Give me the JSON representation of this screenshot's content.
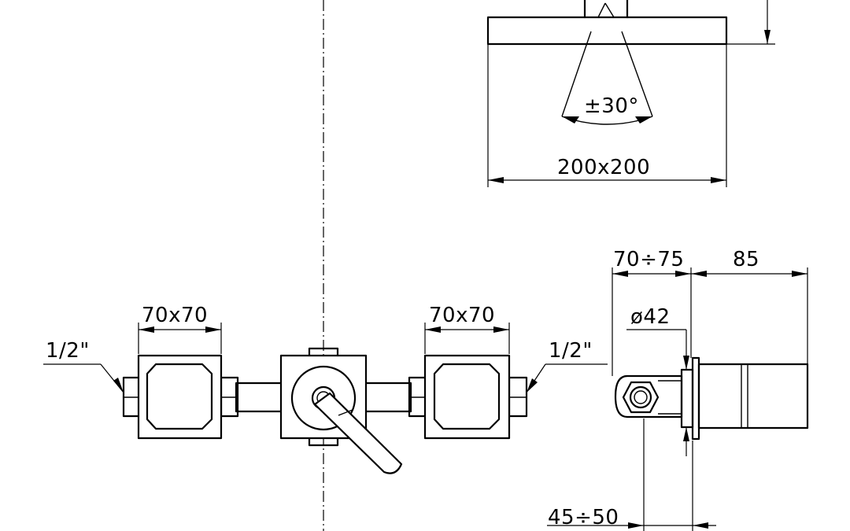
{
  "dimensions": {
    "spread_angle": "±30°",
    "head_size": "200x200",
    "box_left": "70x70",
    "box_right": "70x70",
    "thread_left": "1/2\"",
    "thread_right": "1/2\"",
    "wall_depth": "70÷75",
    "protrusion": "85",
    "diameter": "ø42",
    "inlet_depth": "45÷50"
  }
}
